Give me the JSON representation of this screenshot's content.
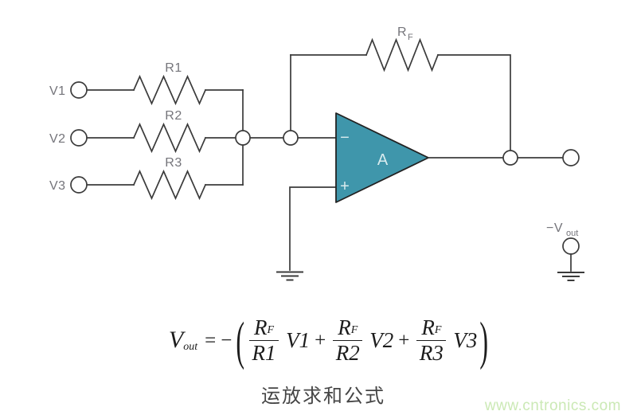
{
  "colors": {
    "wire": "#3b3b3b",
    "label": "#74747a",
    "opamp_fill": "#3F96AB",
    "opamp_stroke": "#222222",
    "opamp_glyph": "#d8ebee",
    "formula_color": "#1c1c1c",
    "caption_color": "#454545",
    "watermark_color": "#cbe9b5"
  },
  "circuit": {
    "inputs": [
      {
        "label": "V1"
      },
      {
        "label": "V2"
      },
      {
        "label": "V3"
      }
    ],
    "resistors": [
      {
        "label": "R1"
      },
      {
        "label": "R2"
      },
      {
        "label": "R3"
      }
    ],
    "feedback_resistor": {
      "main": "R",
      "sub": "F"
    },
    "opamp": {
      "gain_label": "A",
      "inverting": "−",
      "noninverting": "+"
    },
    "output_label": {
      "main": "−V",
      "sub": "out"
    }
  },
  "formula": {
    "lhs_main": "V",
    "lhs_sub": "out",
    "equals": "=",
    "minus": "−",
    "open_paren": "(",
    "close_paren": ")",
    "terms": [
      {
        "num_main": "R",
        "num_sub": "F",
        "den": "R1",
        "mult": "V1",
        "plus": "+"
      },
      {
        "num_main": "R",
        "num_sub": "F",
        "den": "R2",
        "mult": "V2",
        "plus": "+"
      },
      {
        "num_main": "R",
        "num_sub": "F",
        "den": "R3",
        "mult": "V3",
        "plus": ""
      }
    ]
  },
  "caption": "运放求和公式",
  "watermark": "www.cntronics.com"
}
